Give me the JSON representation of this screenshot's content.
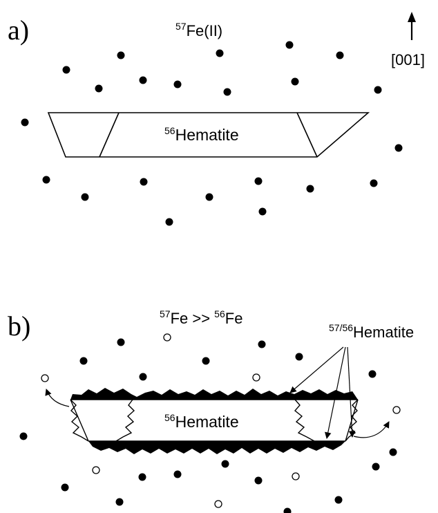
{
  "panel_a": {
    "label": "a)",
    "top_label": {
      "sup": "57",
      "text": "Fe(II)"
    },
    "direction_label": "[001]",
    "crystal_label": {
      "sup": "56",
      "text": "Hematite"
    }
  },
  "panel_b": {
    "label": "b)",
    "top_label": {
      "sup1": "57",
      "text1": "Fe >> ",
      "sup2": "56",
      "text2": "Fe"
    },
    "callout_label": {
      "sup": "57/56",
      "text": "Hematite"
    },
    "crystal_label": {
      "sup": "56",
      "text": "Hematite"
    }
  },
  "colors": {
    "ink": "#000000",
    "background": "#ffffff"
  }
}
